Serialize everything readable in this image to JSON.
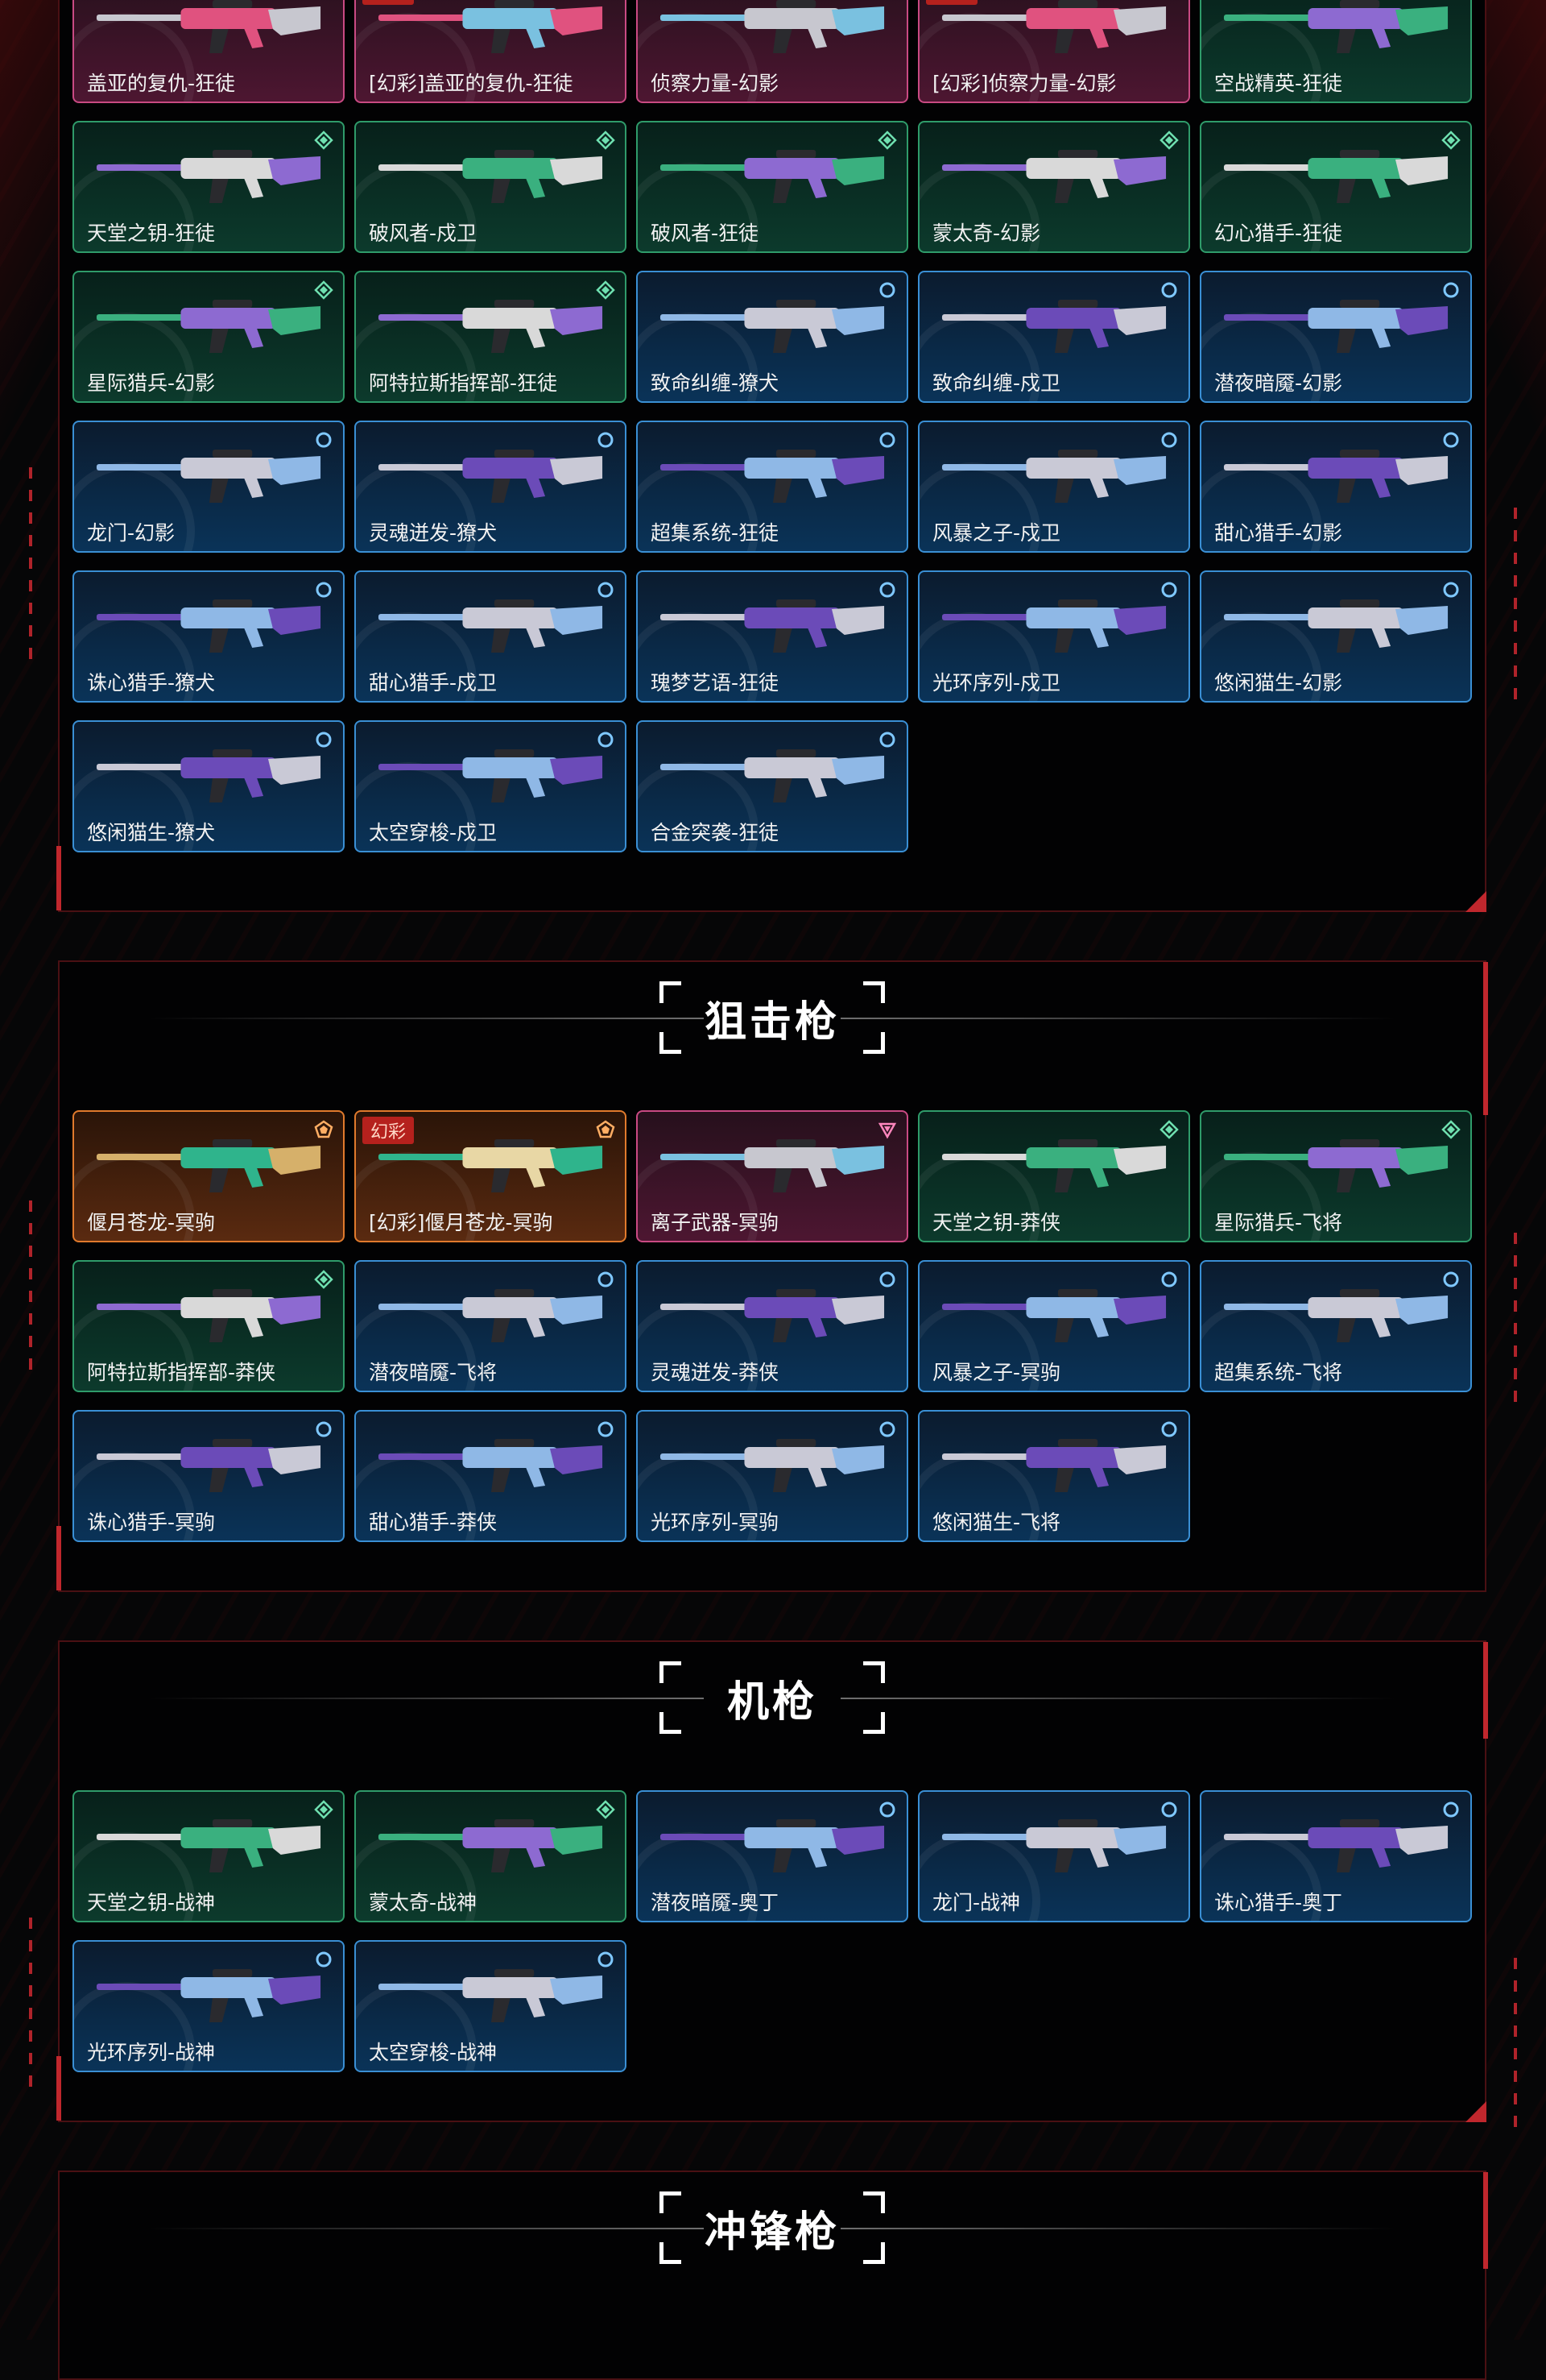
{
  "colors": {
    "accent_red": "#c0272d",
    "tier_blue": "#3a8fd4",
    "tier_green": "#2f9b6a",
    "tier_pink": "#c94a83",
    "tier_orange": "#e07a2c"
  },
  "tier_icons": {
    "blue": "ring-icon",
    "green": "diamond-icon",
    "pink": "triangle-icon",
    "orange": "pentagon-icon"
  },
  "sections": [
    {
      "title": "",
      "items": [
        {
          "name": "盖亚的复仇-狂徒",
          "tier": "pink",
          "badge": ""
        },
        {
          "name": "[幻彩]盖亚的复仇-狂徒",
          "tier": "pink",
          "badge": "幻彩"
        },
        {
          "name": "侦察力量-幻影",
          "tier": "pink",
          "badge": ""
        },
        {
          "name": "[幻彩]侦察力量-幻影",
          "tier": "pink",
          "badge": "幻彩"
        },
        {
          "name": "空战精英-狂徒",
          "tier": "green",
          "badge": ""
        },
        {
          "name": "天堂之钥-狂徒",
          "tier": "green",
          "badge": ""
        },
        {
          "name": "破风者-戍卫",
          "tier": "green",
          "badge": ""
        },
        {
          "name": "破风者-狂徒",
          "tier": "green",
          "badge": ""
        },
        {
          "name": "蒙太奇-幻影",
          "tier": "green",
          "badge": ""
        },
        {
          "name": "幻心猎手-狂徒",
          "tier": "green",
          "badge": ""
        },
        {
          "name": "星际猎兵-幻影",
          "tier": "green",
          "badge": ""
        },
        {
          "name": "阿特拉斯指挥部-狂徒",
          "tier": "green",
          "badge": ""
        },
        {
          "name": "致命纠缠-獠犬",
          "tier": "blue",
          "badge": ""
        },
        {
          "name": "致命纠缠-戍卫",
          "tier": "blue",
          "badge": ""
        },
        {
          "name": "潜夜暗魇-幻影",
          "tier": "blue",
          "badge": ""
        },
        {
          "name": "龙门-幻影",
          "tier": "blue",
          "badge": ""
        },
        {
          "name": "灵魂迸发-獠犬",
          "tier": "blue",
          "badge": ""
        },
        {
          "name": "超集系统-狂徒",
          "tier": "blue",
          "badge": ""
        },
        {
          "name": "风暴之子-戍卫",
          "tier": "blue",
          "badge": ""
        },
        {
          "name": "甜心猎手-幻影",
          "tier": "blue",
          "badge": ""
        },
        {
          "name": "诛心猎手-獠犬",
          "tier": "blue",
          "badge": ""
        },
        {
          "name": "甜心猎手-戍卫",
          "tier": "blue",
          "badge": ""
        },
        {
          "name": "瑰梦艺语-狂徒",
          "tier": "blue",
          "badge": ""
        },
        {
          "name": "光环序列-戍卫",
          "tier": "blue",
          "badge": ""
        },
        {
          "name": "悠闲猫生-幻影",
          "tier": "blue",
          "badge": ""
        },
        {
          "name": "悠闲猫生-獠犬",
          "tier": "blue",
          "badge": ""
        },
        {
          "name": "太空穿梭-戍卫",
          "tier": "blue",
          "badge": ""
        },
        {
          "name": "合金突袭-狂徒",
          "tier": "blue",
          "badge": ""
        }
      ]
    },
    {
      "title": "狙击枪",
      "items": [
        {
          "name": "偃月苍龙-冥驹",
          "tier": "orange",
          "badge": ""
        },
        {
          "name": "[幻彩]偃月苍龙-冥驹",
          "tier": "orange",
          "badge": "幻彩"
        },
        {
          "name": "离子武器-冥驹",
          "tier": "pink",
          "badge": ""
        },
        {
          "name": "天堂之钥-莽侠",
          "tier": "green",
          "badge": ""
        },
        {
          "name": "星际猎兵-飞将",
          "tier": "green",
          "badge": ""
        },
        {
          "name": "阿特拉斯指挥部-莽侠",
          "tier": "green",
          "badge": ""
        },
        {
          "name": "潜夜暗魇-飞将",
          "tier": "blue",
          "badge": ""
        },
        {
          "name": "灵魂迸发-莽侠",
          "tier": "blue",
          "badge": ""
        },
        {
          "name": "风暴之子-冥驹",
          "tier": "blue",
          "badge": ""
        },
        {
          "name": "超集系统-飞将",
          "tier": "blue",
          "badge": ""
        },
        {
          "name": "诛心猎手-冥驹",
          "tier": "blue",
          "badge": ""
        },
        {
          "name": "甜心猎手-莽侠",
          "tier": "blue",
          "badge": ""
        },
        {
          "name": "光环序列-冥驹",
          "tier": "blue",
          "badge": ""
        },
        {
          "name": "悠闲猫生-飞将",
          "tier": "blue",
          "badge": ""
        }
      ]
    },
    {
      "title": "机枪",
      "items": [
        {
          "name": "天堂之钥-战神",
          "tier": "green",
          "badge": ""
        },
        {
          "name": "蒙太奇-战神",
          "tier": "green",
          "badge": ""
        },
        {
          "name": "潜夜暗魇-奥丁",
          "tier": "blue",
          "badge": ""
        },
        {
          "name": "龙门-战神",
          "tier": "blue",
          "badge": ""
        },
        {
          "name": "诛心猎手-奥丁",
          "tier": "blue",
          "badge": ""
        },
        {
          "name": "光环序列-战神",
          "tier": "blue",
          "badge": ""
        },
        {
          "name": "太空穿梭-战神",
          "tier": "blue",
          "badge": ""
        }
      ]
    },
    {
      "title": "冲锋枪",
      "items": []
    }
  ]
}
